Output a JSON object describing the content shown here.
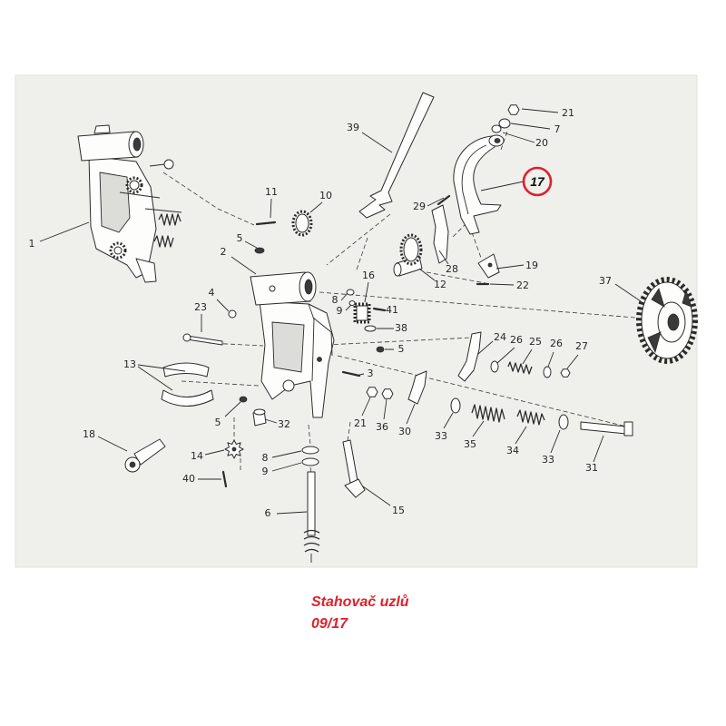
{
  "caption": {
    "title": "Stahovač uzlů",
    "code": "09/17"
  },
  "highlighted_part": "17",
  "part_labels": [
    "21",
    "7",
    "20",
    "19",
    "22",
    "39",
    "29",
    "11",
    "10",
    "5",
    "2",
    "1",
    "28",
    "12",
    "16",
    "8",
    "9",
    "41",
    "4",
    "23",
    "37",
    "38",
    "24",
    "26",
    "25",
    "26",
    "27",
    "5",
    "13",
    "3",
    "5",
    "32",
    "21",
    "36",
    "30",
    "33",
    "35",
    "34",
    "33",
    "31",
    "18",
    "14",
    "8",
    "9",
    "40",
    "6",
    "15"
  ],
  "colors": {
    "highlight": "#e0202a",
    "ink": "#2b2b2b",
    "drawing_background": "#efefec"
  }
}
